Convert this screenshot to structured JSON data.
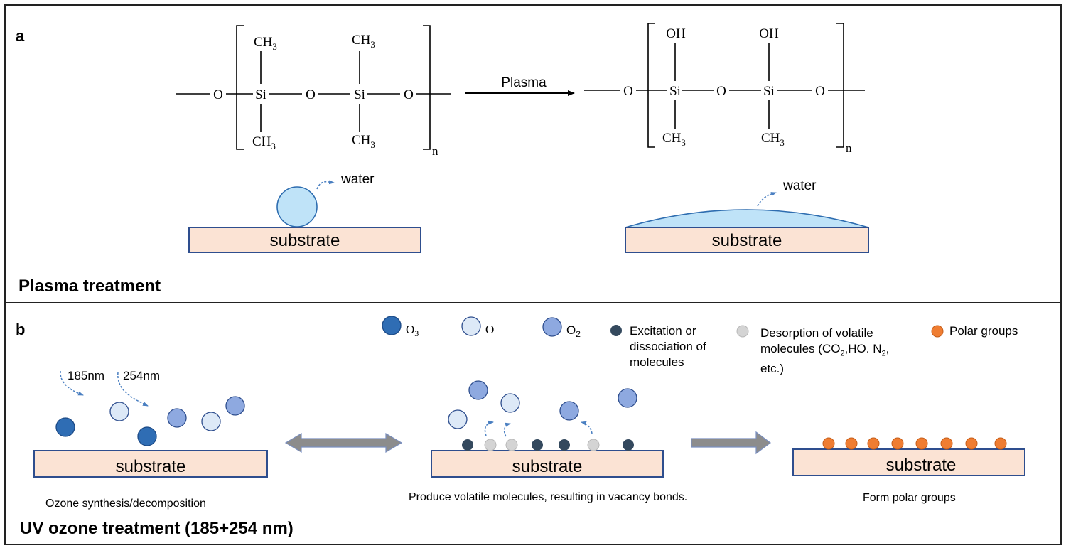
{
  "panel_a": {
    "label": "a",
    "title": "Plasma treatment",
    "arrow_label": "Plasma",
    "atoms": {
      "O": "O",
      "Si": "Si",
      "CH": "CH",
      "sub3": "3",
      "OH": "OH",
      "n": "n"
    },
    "water_label": "water",
    "substrate_label": "substrate"
  },
  "panel_b": {
    "label": "b",
    "title": "UV ozone treatment (185+254 nm)",
    "legend": {
      "o3": {
        "main": "O",
        "sub": "3",
        "color": "#2f6db4"
      },
      "o": {
        "text": "O",
        "color": "#dde9f7"
      },
      "o2": {
        "main": "O",
        "sub": "2",
        "color": "#8ea9e0"
      },
      "excitation": {
        "text": "Excitation or dissociation of molecules",
        "color": "#34495e"
      },
      "desorption": {
        "text_before": "Desorption of volatile molecules (CO",
        "sub": "2",
        "text_middle": ",HO. N",
        "sub2": "2",
        "text_after": ", etc.)",
        "color": "#d4d4d4"
      },
      "polar": {
        "text": "Polar groups",
        "color": "#ef7d32"
      }
    },
    "wavelength_1": "185nm",
    "wavelength_2": "254nm",
    "substrate_label": "substrate",
    "caption_left": "Ozone synthesis/decomposition",
    "caption_middle": "Produce volatile molecules, resulting in vacancy bonds.",
    "caption_right": "Form polar groups"
  },
  "colors": {
    "substrate_fill": "#fbe3d4",
    "substrate_border": "#2e4e8e",
    "water_fill": "#bfe3f8",
    "arrow_blue": "#4a7fc1",
    "big_arrow_fill": "#8c8c8c",
    "big_arrow_stroke": "#7a8fc0"
  }
}
